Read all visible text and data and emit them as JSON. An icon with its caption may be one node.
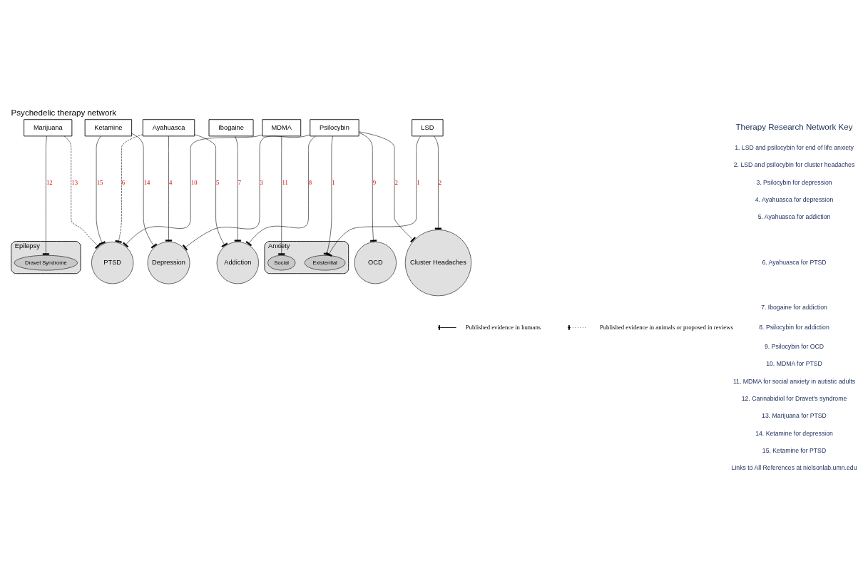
{
  "diagram": {
    "title": "Psychedelic therapy network",
    "nodes": [
      {
        "text": [
          "Epilepsy"
        ]
      },
      {
        "text": [
          "Dravet Syndrome"
        ],
        "in": 0
      },
      {
        "text": [
          "Ketamine"
        ]
      },
      {
        "text": [
          "Marijuana"
        ]
      },
      {
        "text": [
          "Ayahuasca"
        ]
      },
      {
        "text": [
          "MDMA"
        ]
      },
      {
        "text": [
          "Depression"
        ]
      },
      {
        "text": [
          "PTSD"
        ]
      },
      {
        "text": [
          "Anxiety"
        ]
      },
      {
        "text": [
          "Social"
        ],
        "in": 8
      },
      {
        "text": [
          "Existential"
        ],
        "in": 8
      },
      {
        "text": [
          "OCD"
        ]
      },
      {
        "text": [
          "Addiction"
        ]
      },
      {
        "text": [
          "Ibogaine"
        ]
      },
      {
        "text": [
          "LSD"
        ]
      },
      {
        "text": [
          "Psilocybin"
        ]
      },
      {
        "text": [
          "Cluster Headaches"
        ]
      }
    ],
    "edges": [
      {
        "from": 3,
        "to": 1,
        "arrow": "other",
        "label": "12"
      },
      {
        "from": 2,
        "to": 6,
        "arrow": "other",
        "label": "14"
      },
      {
        "from": 2,
        "to": 7,
        "arrow": "other",
        "label": "15"
      },
      {
        "from": 4,
        "to": 7,
        "arrow": "other",
        "label": "6",
        "style": "dashed"
      },
      {
        "from": 3,
        "to": 7,
        "arrow": "other",
        "label": "13",
        "style": "dashed"
      },
      {
        "from": 4,
        "to": 6,
        "arrow": "other",
        "label": "4"
      },
      {
        "from": 5,
        "to": 7,
        "arrow": "other",
        "label": "10"
      },
      {
        "from": 5,
        "to": 9,
        "arrow": "other",
        "label": "11"
      },
      {
        "from": 4,
        "to": 12,
        "arrow": "other",
        "label": "5"
      },
      {
        "from": 13,
        "to": 12,
        "arrow": "other",
        "label": "7"
      },
      {
        "from": 15,
        "to": 6,
        "arrow": "other",
        "label": "3"
      },
      {
        "from": 15,
        "to": 12,
        "arrow": "other",
        "label": "8"
      },
      {
        "from": 15,
        "to": 10,
        "arrow": "other",
        "label": "1"
      },
      {
        "from": 15,
        "to": 11,
        "arrow": "other",
        "label": "9"
      },
      {
        "from": 14,
        "to": 10,
        "arrow": "other",
        "label": "1"
      },
      {
        "from": 15,
        "to": 16,
        "arrow": "other",
        "label": "2"
      },
      {
        "from": 14,
        "to": 16,
        "arrow": "other",
        "label": "2"
      }
    ],
    "labels": [
      "Therapy Research Network Key",
      "1. LSD and psilocybin for end of life anxiety",
      "2. LSD and psilocybin for cluster headaches",
      "3. Psilocybin for depression",
      "4. Ayahuasca for depression",
      "5. Ayahuasca for addiction",
      "6. Ayahuasca for PTSD",
      "7. Ibogaine for addiction",
      "8. Psilocybin for addiction",
      "9. Psilocybin for OCD",
      "10. MDMA for PTSD",
      "11. MDMA for social anxiety in autistic adults",
      "12. Cannabidiol for Dravet's syndrome",
      "13. Marijuana for PTSD",
      "14. Ketamine for depression",
      "15. Ketamine for PTSD",
      "Links to All References at nielsonlab.umn.edu"
    ],
    "legend": [
      {
        "text": "Published evidence in humans"
      },
      {
        "text": "Published evidence in animals or proposed in reviews"
      }
    ]
  }
}
